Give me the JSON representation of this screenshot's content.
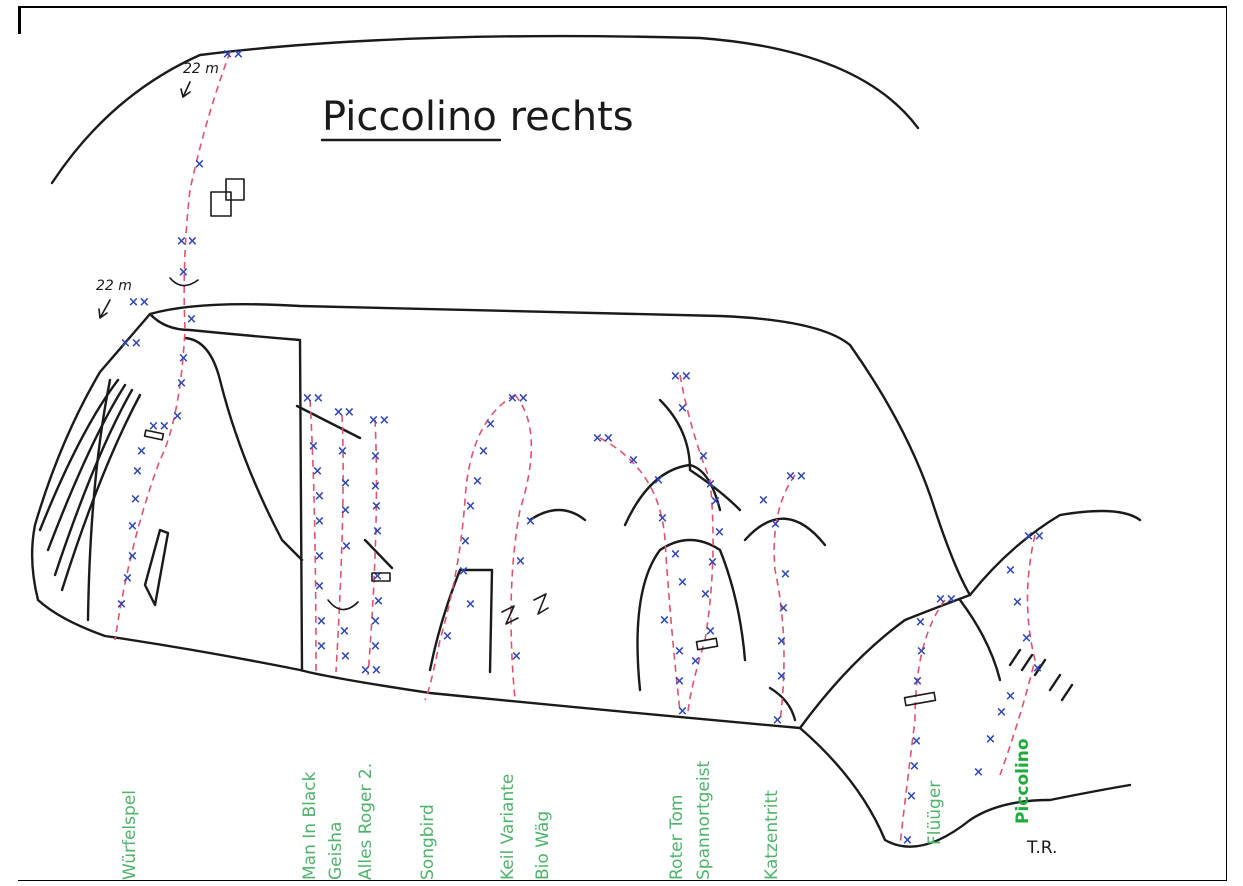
{
  "title": "Piccolino rechts",
  "height_labels": [
    "22 m",
    "22 m"
  ],
  "routes": [
    {
      "label": "Würfelspel"
    },
    {
      "label": "Man In Black"
    },
    {
      "label": "Geisha"
    },
    {
      "label": "Alles Roger 2."
    },
    {
      "label": "Songbird"
    },
    {
      "label": "Keil Variante"
    },
    {
      "label": "Bio Wäg"
    },
    {
      "label": "Roter Tom"
    },
    {
      "label": "Spannortgeist"
    },
    {
      "label": "Katzentritt"
    },
    {
      "label": "Flüüger"
    },
    {
      "label": "Piccolino"
    }
  ],
  "topo_marker": "T.R.",
  "colors": {
    "rock_line": "#1a1a1a",
    "route_line": "#e0526e",
    "bolt": "#3047b8",
    "label": "#4fb36a"
  }
}
